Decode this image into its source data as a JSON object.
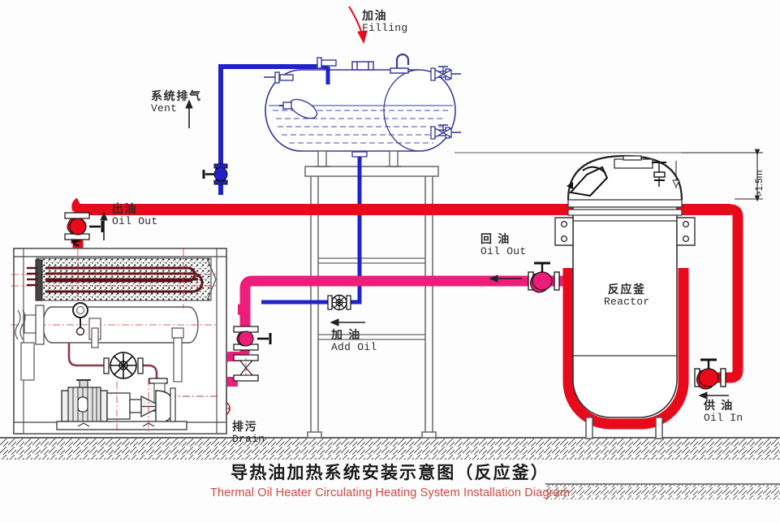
{
  "diagram": {
    "title_cn": "导热油加热系统安装示意图（反应釜）",
    "title_en": "Thermal Oil Heater Circulating Heating System Installation Diagram"
  },
  "colors": {
    "supply_red": "#e8091a",
    "return_magenta": "#ec1e79",
    "vent_blue": "#2222cc",
    "outline_gray": "#555555",
    "title_en_red": "#d2473f",
    "arrow_red": "#e8091a"
  },
  "labels": {
    "filling": {
      "cn": "加油",
      "en": "Filling"
    },
    "vent": {
      "cn": "系统排气",
      "en": "Vent"
    },
    "oil_out_heater": {
      "cn": "出油",
      "en": "Oil Out"
    },
    "oil_out_reactor": {
      "cn": "回 油",
      "en": "Oil Out"
    },
    "add_oil": {
      "cn": "加 油",
      "en": "Add Oil"
    },
    "drain": {
      "cn": "排污",
      "en": "Drain"
    },
    "oil_in": {
      "cn": "供 油",
      "en": "Oil In"
    },
    "reactor": {
      "cn": "反应釜",
      "en": "Reactor"
    },
    "height_clearance": ">1.5m"
  },
  "equipment": {
    "expansion_tank": "expansion-tank",
    "heater_skid": "thermal-oil-heater-unit",
    "reactor_vessel": "jacketed-reactor",
    "circulation_pump": "circulation-pump",
    "electric_motor": "electric-motor",
    "support_frame": "steel-support-frame",
    "pressure_gauge": "pressure-gauge",
    "gate_valve": "gate-valve",
    "strainer": "y-strainer"
  }
}
